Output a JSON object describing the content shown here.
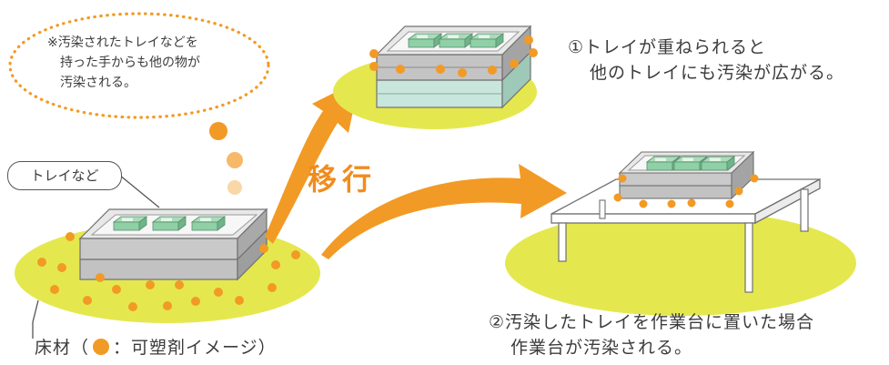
{
  "note": {
    "lines": [
      "※汚染されたトレイなどを",
      "持った手からも他の物が",
      "汚染される。"
    ]
  },
  "tray_label": "トレイなど",
  "move_label": "移行",
  "caption1": {
    "lines": [
      "①トレイが重ねられると",
      "他のトレイにも汚染が広がる。"
    ]
  },
  "caption2": {
    "lines": [
      "②汚染したトレイを作業台に置いた場合",
      "作業台が汚染される。"
    ]
  },
  "legend": {
    "prefix": "床材（",
    "suffix": "：可塑剤イメージ）",
    "dot_icon": "orange-dot"
  },
  "colors": {
    "contamination": "#f29a26",
    "floor": "#e4e84e",
    "arrow": "#f29a26",
    "tray": "#c9c9c9",
    "lower_tray": "#bfe1d3"
  }
}
